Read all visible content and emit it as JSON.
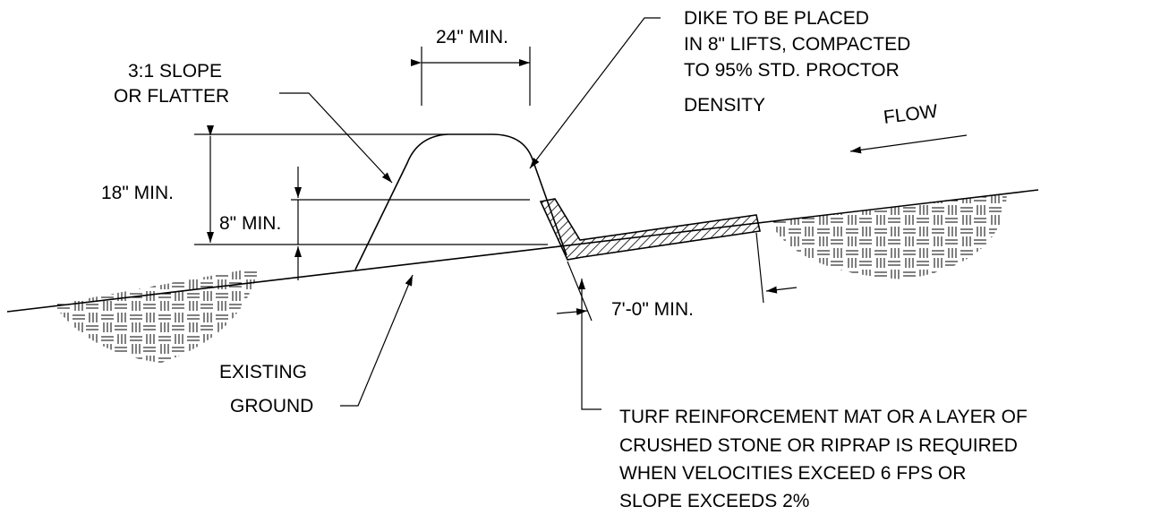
{
  "labels": {
    "top_width": "24\" MIN.",
    "slope_line1": "3:1 SLOPE",
    "slope_line2": "OR FLATTER",
    "dike_line1": "DIKE TO BE PLACED",
    "dike_line2": "IN 8\" LIFTS, COMPACTED",
    "dike_line3": "TO 95% STD. PROCTOR",
    "dike_line4": "DENSITY",
    "flow": "FLOW",
    "height_18": "18\" MIN.",
    "height_8": "8\" MIN.",
    "length_7": "7'-0\" MIN.",
    "ground_line1": "EXISTING",
    "ground_line2": "GROUND",
    "mat_line1": "TURF REINFORCEMENT MAT OR A LAYER OF",
    "mat_line2": "CRUSHED STONE OR RIPRAP IS REQUIRED",
    "mat_line3": "WHEN VELOCITIES EXCEED 6 FPS OR",
    "mat_line4": "SLOPE EXCEEDS 2%"
  },
  "colors": {
    "line": "#000000",
    "background": "#ffffff"
  }
}
